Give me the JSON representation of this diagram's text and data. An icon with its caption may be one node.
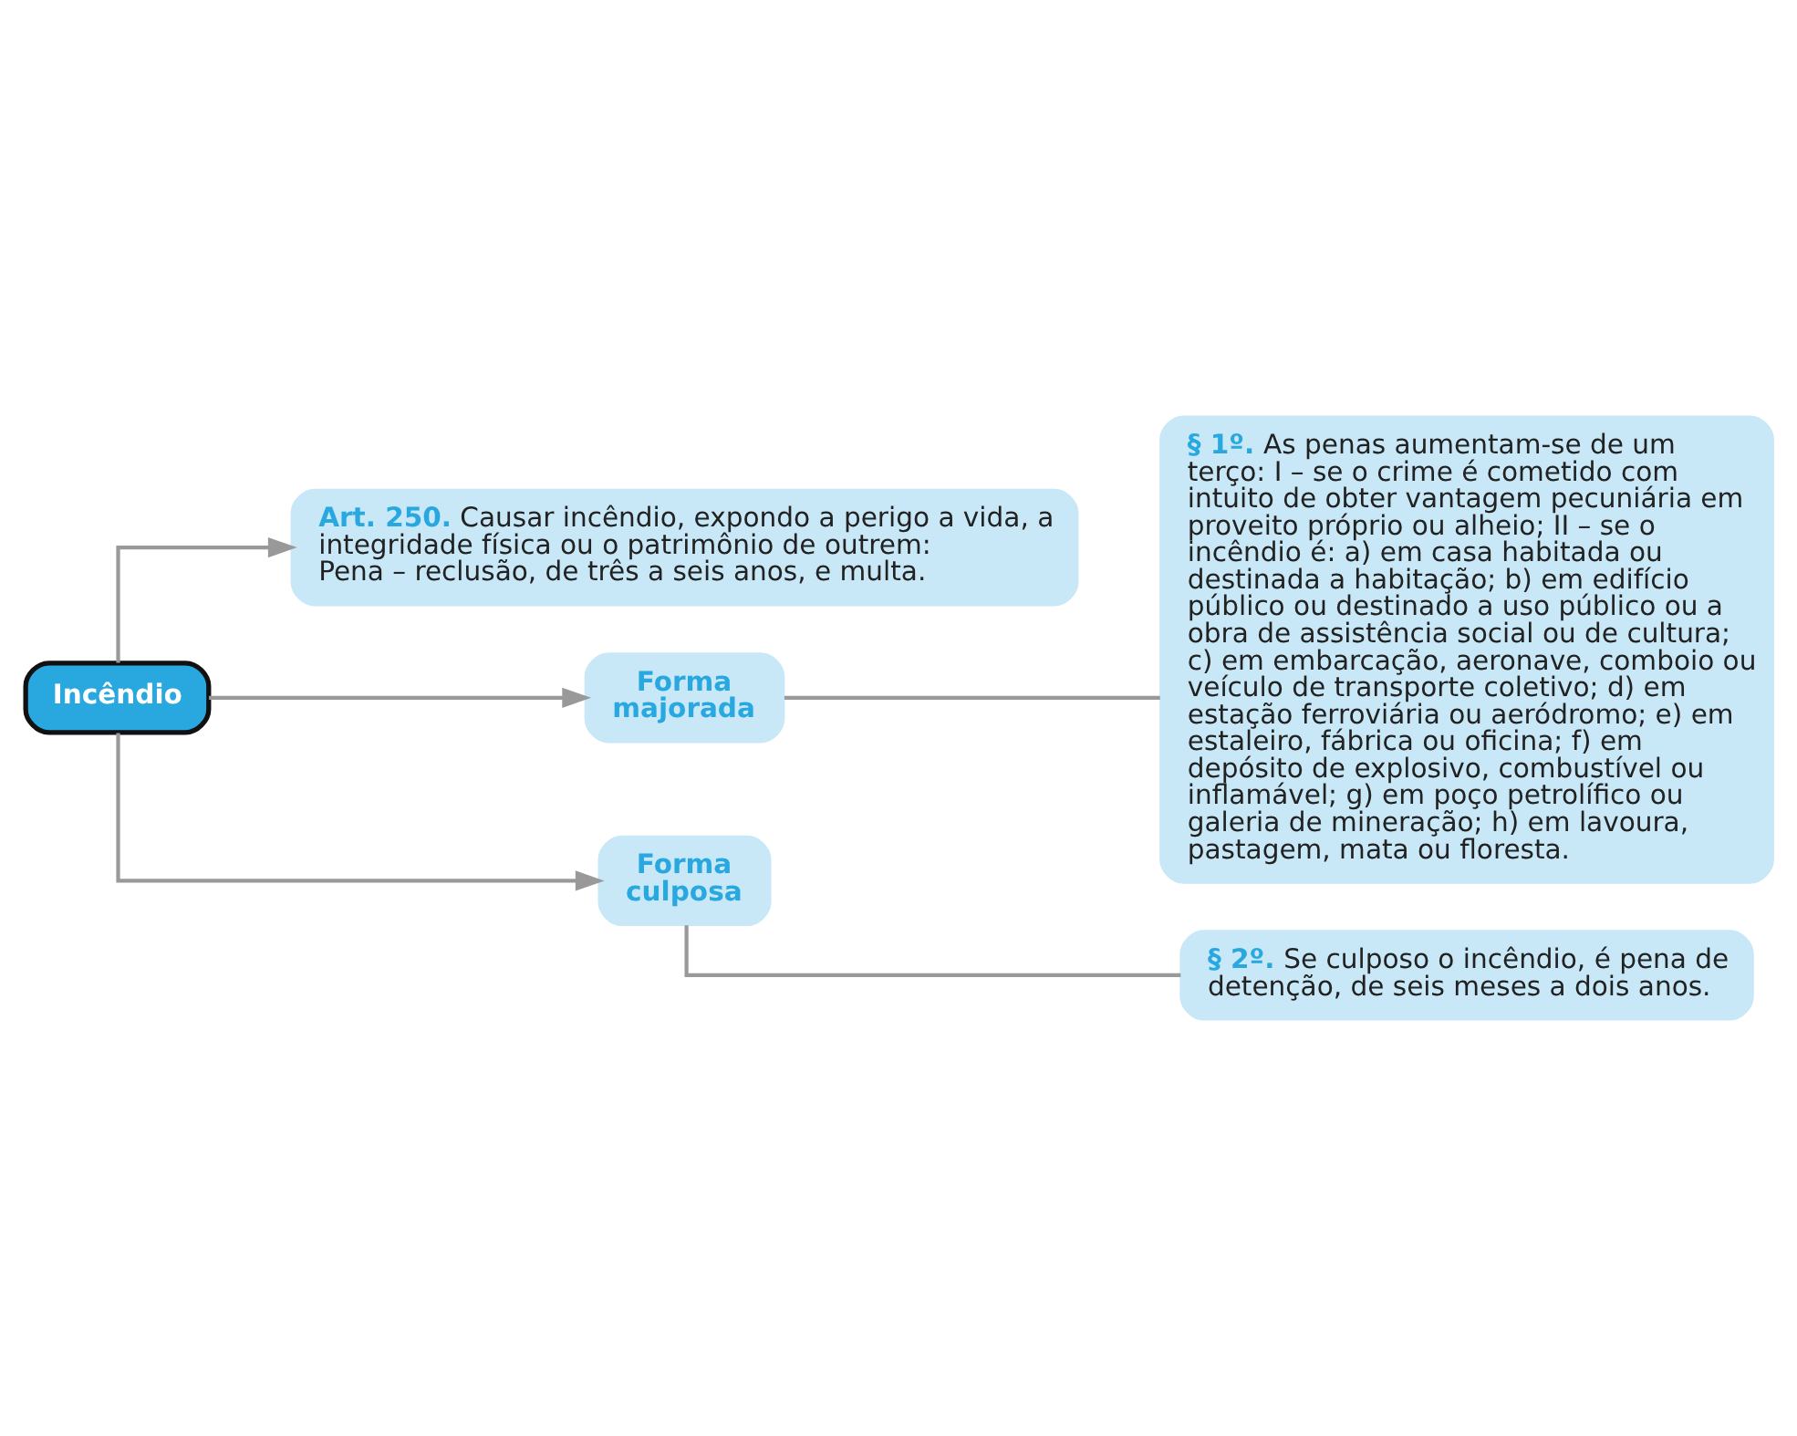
{
  "diagram": {
    "nodes": [
      {
        "text": [
          "Incêndio"
        ]
      },
      {
        "text": [
          "**Art. 250.** Causar incêndio, expondo a perigo a vida, a integridade física ou o patrimônio de outrem:",
          "Pena – reclusão, de três a seis anos, e multa."
        ]
      },
      {
        "text": [
          "Forma majorada"
        ]
      },
      {
        "text": [
          "**§ 1º.** As penas aumentam-se de um terço: I – se o crime é cometido com intuito de obter vantagem pecuniária em proveito próprio ou alheio; II – se o incêndio é: a) em casa habitada ou destinada a habitação; b) em edifício público ou destinado a uso público ou a obra de assistência social ou de cultura; c) em embarcação, aeronave, comboio ou veículo de transporte coletivo; d) em estação ferroviária ou aeródromo; e) em estaleiro, fábrica ou oficina; f) em depósito de explosivo, combustível ou inflamável; g) em poço petrolífico ou galeria de mineração; h) em lavoura, pastagem, mata ou floresta."
        ]
      },
      {
        "text": [
          "Forma culposa"
        ]
      },
      {
        "text": [
          "**§ 2º.** Se culposo o incêndio, é pena de detenção, de seis meses a dois anos."
        ]
      }
    ],
    "edges": [
      {
        "from": 0,
        "to": 1,
        "arrow": "to"
      },
      {
        "from": 0,
        "to": 2,
        "arrow": "to"
      },
      {
        "from": 0,
        "to": 4,
        "arrow": "to"
      },
      {
        "from": 2,
        "to": 3,
        "arrow": "none"
      },
      {
        "from": 4,
        "to": 5,
        "arrow": "none"
      }
    ]
  }
}
